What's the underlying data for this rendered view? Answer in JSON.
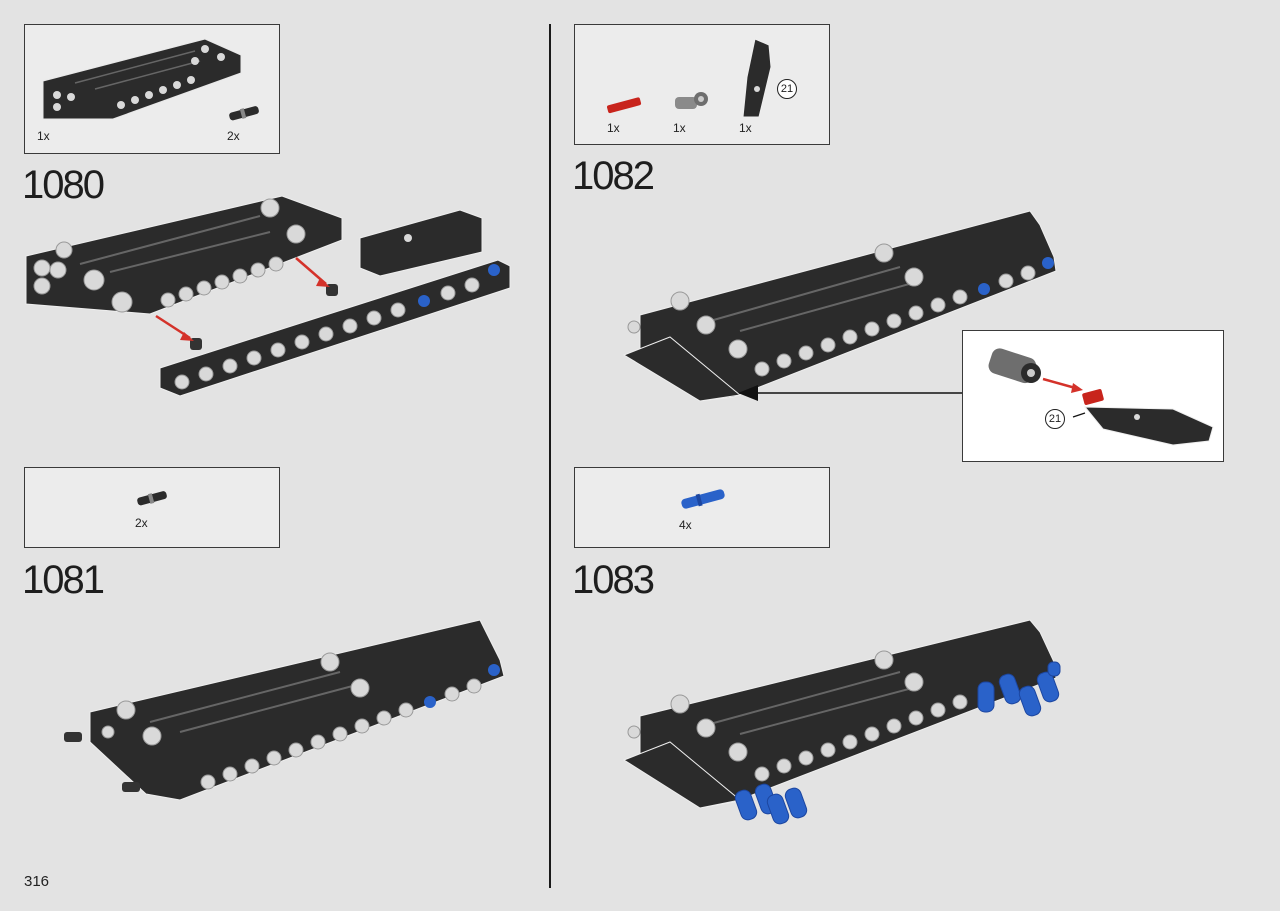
{
  "page_number": "316",
  "steps": [
    {
      "number": "1080",
      "parts": [
        {
          "qty": "1x",
          "icon": "black-panel-part"
        },
        {
          "qty": "2x",
          "icon": "black-axle-pin-part"
        }
      ]
    },
    {
      "number": "1081",
      "parts": [
        {
          "qty": "2x",
          "icon": "black-axle-pin-part"
        }
      ]
    },
    {
      "number": "1082",
      "parts": [
        {
          "qty": "1x",
          "icon": "red-axle-part"
        },
        {
          "qty": "1x",
          "icon": "grey-connector-part"
        },
        {
          "qty": "1x",
          "icon": "sub-assembly-21-part"
        }
      ],
      "sub_assembly_ref": "21"
    },
    {
      "number": "1083",
      "parts": [
        {
          "qty": "4x",
          "icon": "blue-pin-part"
        }
      ]
    }
  ],
  "callout": {
    "ref": "21"
  },
  "colors": {
    "beam": "#2b2b2b",
    "hole": "#d9d9d9",
    "red": "#c8241c",
    "blue": "#2a62c9",
    "arrow": "#d4322a"
  }
}
